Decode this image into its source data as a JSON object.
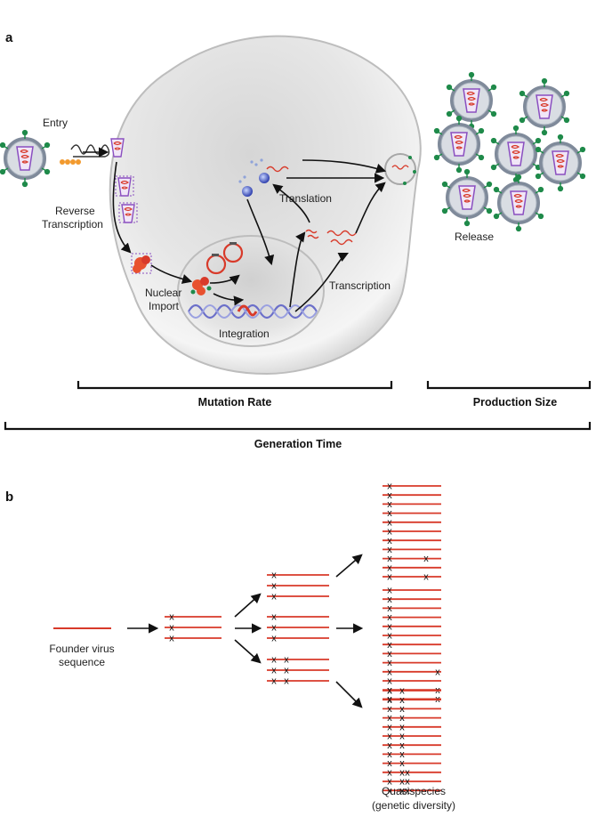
{
  "panel_a": {
    "label": "a",
    "steps": {
      "entry": "Entry",
      "reverse_transcription_1": "Reverse",
      "reverse_transcription_2": "Transcription",
      "nuclear_import_1": "Nuclear",
      "nuclear_import_2": "Import",
      "integration": "Integration",
      "transcription": "Transcription",
      "translation": "Translation",
      "release": "Release"
    },
    "brackets": {
      "mutation_rate": "Mutation Rate",
      "production_size": "Production Size",
      "generation_time": "Generation Time"
    },
    "colors": {
      "rna": "#d83a2a",
      "dna": "#6b6fc9",
      "capsid": "#8a4fc0",
      "spike": "#1f8a4a",
      "envelope": "#7f8a9a"
    }
  },
  "panel_b": {
    "label": "b",
    "founder_1": "Founder virus",
    "founder_2": "sequence",
    "quasispecies_1": "Quasispecies",
    "quasispecies_2": "(genetic diversity)",
    "mutation_mark": "x",
    "groups": {
      "gen1": [
        [
          1
        ],
        [
          1
        ],
        [
          1
        ]
      ],
      "gen2a": [
        [
          1
        ],
        [
          1
        ],
        [
          1
        ]
      ],
      "gen2b": [
        [
          1
        ],
        [
          1
        ],
        [
          1
        ]
      ],
      "gen2c": [
        [
          1,
          2
        ],
        [
          1,
          2
        ],
        [
          1,
          2
        ]
      ],
      "gen3a": [
        [
          1
        ],
        [
          1
        ],
        [
          1
        ],
        [
          1
        ],
        [
          1
        ],
        [
          1
        ],
        [
          1
        ],
        [
          1
        ],
        [
          1,
          3
        ],
        [
          1
        ],
        [
          1,
          3
        ]
      ],
      "gen3b": [
        [
          1
        ],
        [
          1
        ],
        [
          1
        ],
        [
          1
        ],
        [
          1
        ],
        [
          1
        ],
        [
          1
        ],
        [
          1
        ],
        [
          1
        ],
        [
          1,
          4
        ],
        [
          1
        ],
        [
          1,
          4
        ],
        [
          1,
          4
        ]
      ],
      "gen3c": [
        [
          1,
          2
        ],
        [
          1,
          2
        ],
        [
          1,
          2
        ],
        [
          1,
          2
        ],
        [
          1,
          2
        ],
        [
          1,
          2
        ],
        [
          1,
          2
        ],
        [
          1,
          2
        ],
        [
          1,
          2
        ],
        [
          1,
          2,
          5
        ],
        [
          1,
          2,
          5
        ],
        [
          1,
          2,
          5
        ]
      ]
    }
  }
}
